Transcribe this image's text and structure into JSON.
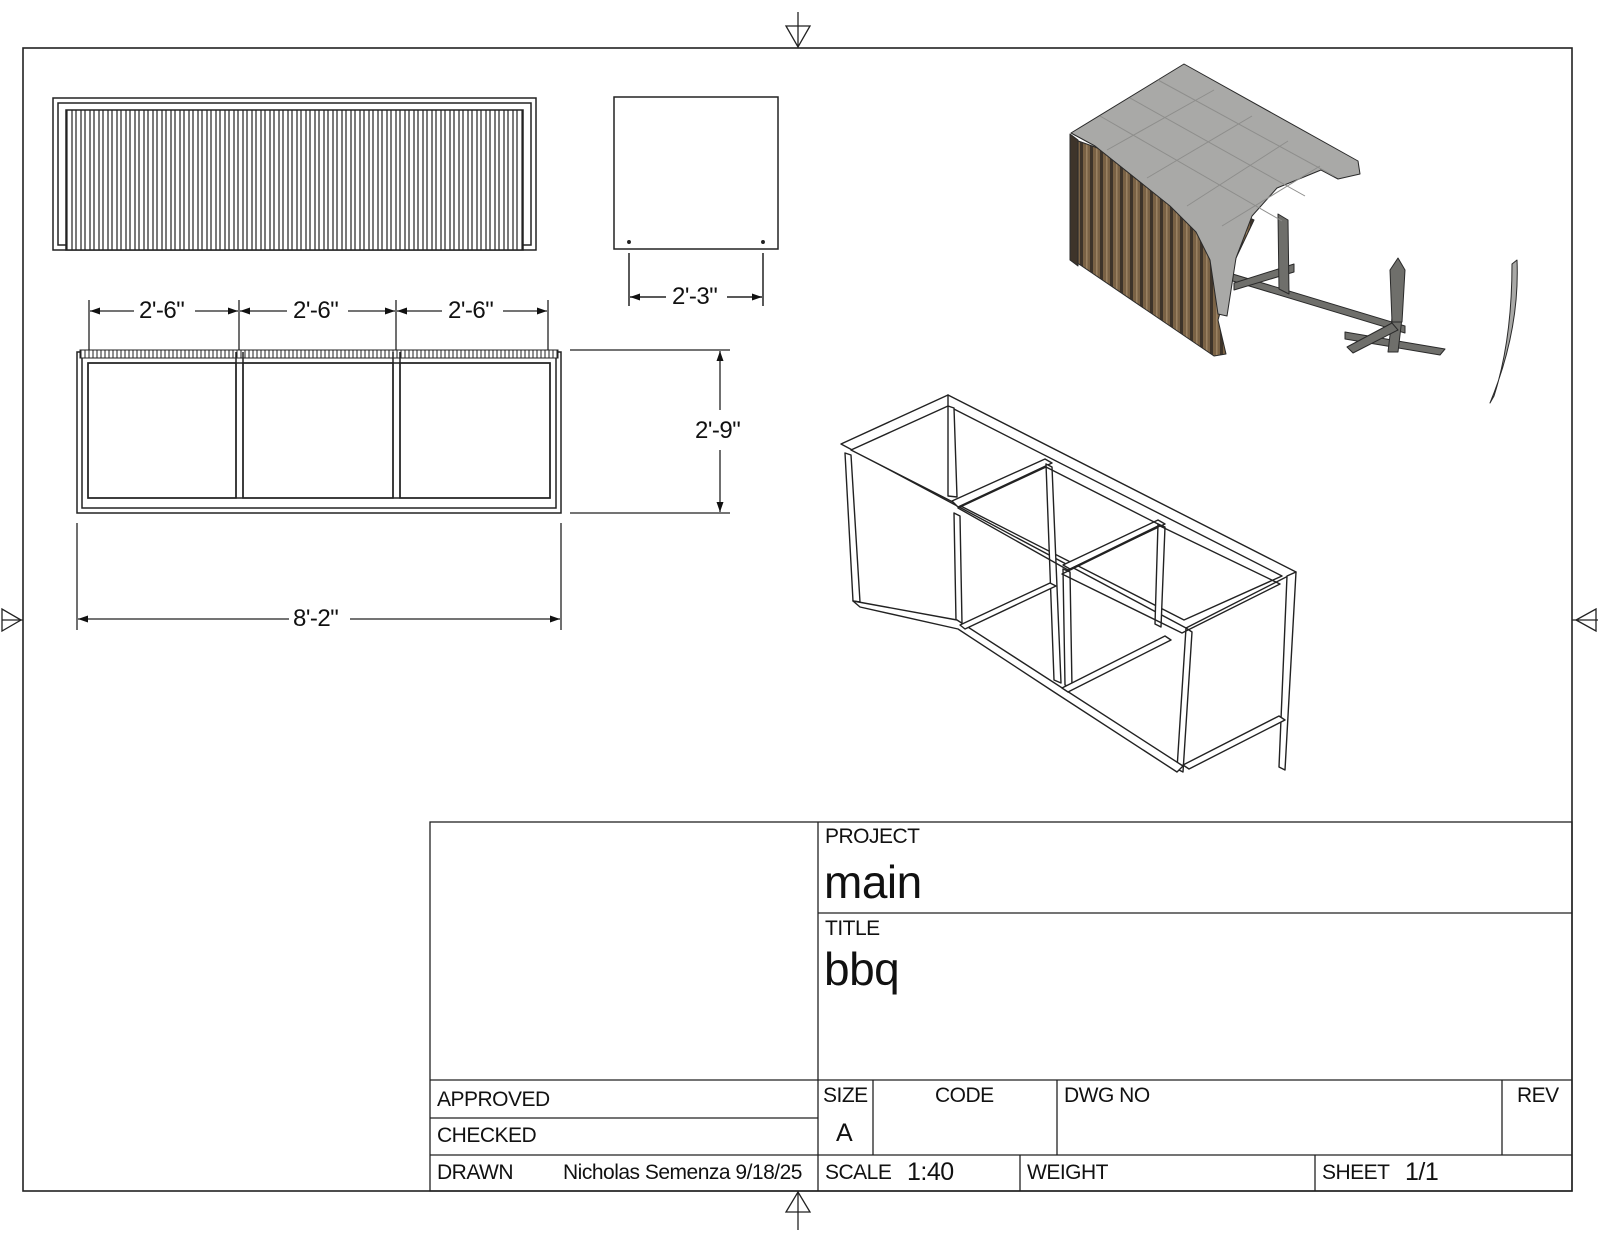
{
  "dimensions": {
    "seg1": "2'-6\"",
    "seg2": "2'-6\"",
    "seg3": "2'-6\"",
    "overall_length": "8'-2\"",
    "height": "2'-9\"",
    "depth": "2'-3\""
  },
  "title_block": {
    "project_label": "PROJECT",
    "project_value": "main",
    "title_label": "TITLE",
    "title_value": "bbq",
    "approved_label": "APPROVED",
    "checked_label": "CHECKED",
    "drawn_label": "DRAWN",
    "drawn_value": "Nicholas Semenza 9/18/25",
    "size_label": "SIZE",
    "size_value": "A",
    "code_label": "CODE",
    "dwg_no_label": "DWG NO",
    "rev_label": "REV",
    "scale_label": "SCALE",
    "scale_value": "1:40",
    "weight_label": "WEIGHT",
    "sheet_label": "SHEET",
    "sheet_value": "1/1"
  },
  "colors": {
    "line": "#222222",
    "roof": "#a9a9a7",
    "wood": "#6e5940",
    "steel": "#6f6f6b"
  }
}
